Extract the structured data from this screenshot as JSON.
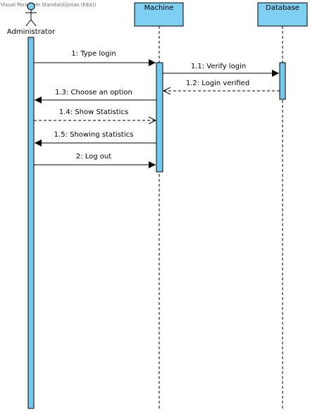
{
  "watermark": "Visual Paradigm Standard(jonas (KEA))",
  "colors": {
    "box_fill": "#7fcff3",
    "bar_fill": "#77c8ef",
    "stroke": "#000000"
  },
  "participants": [
    {
      "id": "administrator",
      "label": "Administrator",
      "kind": "actor"
    },
    {
      "id": "machine",
      "label": "Machine",
      "kind": "object"
    },
    {
      "id": "database",
      "label": "Database",
      "kind": "object"
    }
  ],
  "messages": [
    {
      "id": "m1",
      "label": "1: Type login",
      "from": "administrator",
      "to": "machine",
      "style": "sync"
    },
    {
      "id": "m11",
      "label": "1.1: Verify login",
      "from": "machine",
      "to": "database",
      "style": "sync"
    },
    {
      "id": "m12",
      "label": "1.2: Login verified",
      "from": "database",
      "to": "machine",
      "style": "return"
    },
    {
      "id": "m13",
      "label": "1.3: Choose an option",
      "from": "machine",
      "to": "administrator",
      "style": "sync"
    },
    {
      "id": "m14",
      "label": "1.4: Show Statistics",
      "from": "administrator",
      "to": "machine",
      "style": "return"
    },
    {
      "id": "m15",
      "label": "1.5: Showing statistics",
      "from": "machine",
      "to": "administrator",
      "style": "sync"
    },
    {
      "id": "m2",
      "label": "2: Log out",
      "from": "administrator",
      "to": "machine",
      "style": "sync"
    }
  ]
}
